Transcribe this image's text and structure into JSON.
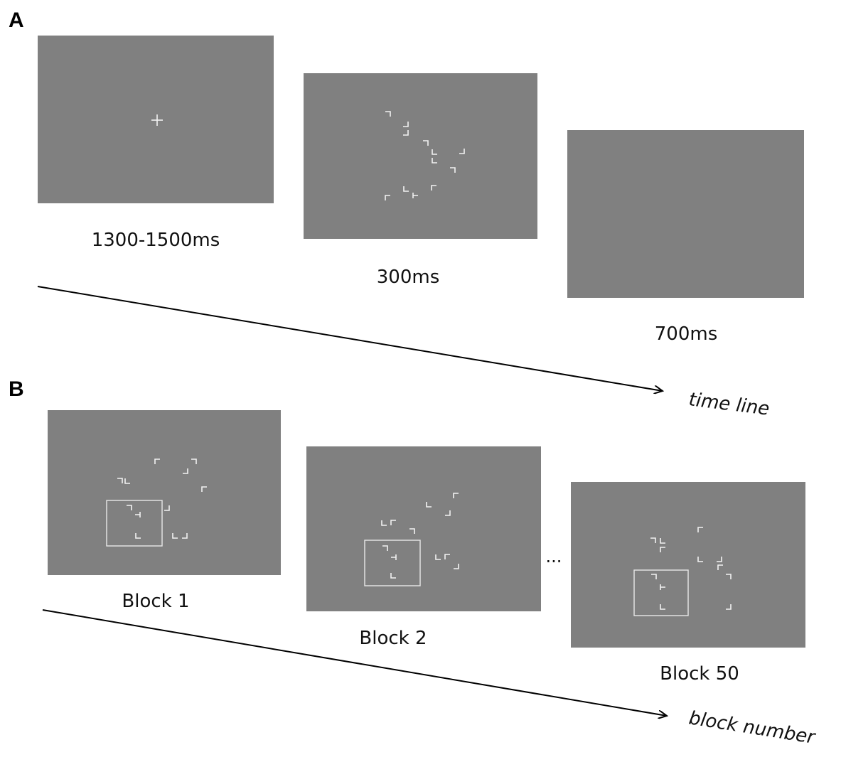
{
  "panel_a": {
    "letter": "A",
    "frames": [
      {
        "caption": "1300-1500ms"
      },
      {
        "caption": "300ms"
      },
      {
        "caption": "700ms"
      }
    ],
    "axis_label": "time line"
  },
  "panel_b": {
    "letter": "B",
    "frames": [
      {
        "caption": "Block 1"
      },
      {
        "caption": "Block 2"
      },
      {
        "caption": "Block 50"
      }
    ],
    "ellipsis": "...",
    "axis_label": "block number"
  },
  "colors": {
    "screen": "#808080",
    "stimulus": "#f2f2f2",
    "background": "#ffffff"
  }
}
